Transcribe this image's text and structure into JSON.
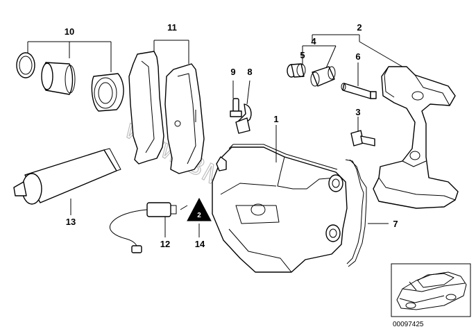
{
  "callouts": {
    "c1": "1",
    "c2": "2",
    "c3": "3",
    "c4": "4",
    "c5": "5",
    "c6": "6",
    "c7": "7",
    "c8": "8",
    "c9": "9",
    "c10": "10",
    "c11": "11",
    "c12": "12",
    "c13": "13",
    "c14": "14"
  },
  "watermark": "www.BMWstore.de",
  "warning_label": "2",
  "reference_number": "00097425"
}
